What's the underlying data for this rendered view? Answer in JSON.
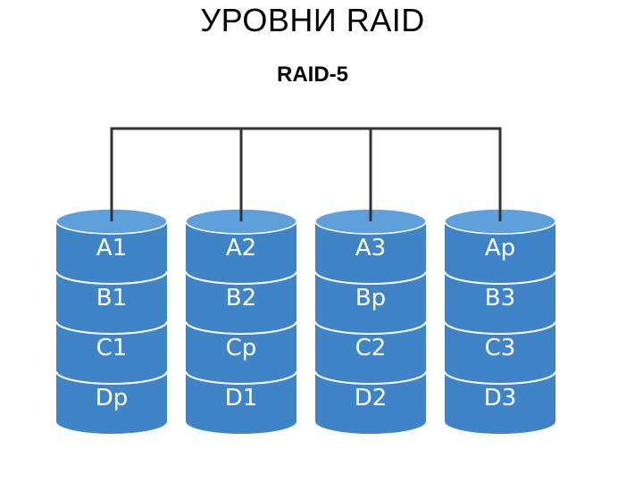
{
  "title": "УРОВНИ RAID",
  "subtitle": "RAID-5",
  "colors": {
    "disk_fill": "#3f84c7",
    "disk_top": "#5fa0dc",
    "disk_divider": "#ffffff",
    "connector": "#333333"
  },
  "disks": [
    {
      "blocks": [
        "A1",
        "B1",
        "C1",
        "Dp"
      ]
    },
    {
      "blocks": [
        "A2",
        "B2",
        "Cp",
        "D1"
      ]
    },
    {
      "blocks": [
        "A3",
        "Bp",
        "C2",
        "D2"
      ]
    },
    {
      "blocks": [
        "Ap",
        "B3",
        "C3",
        "D3"
      ]
    }
  ]
}
